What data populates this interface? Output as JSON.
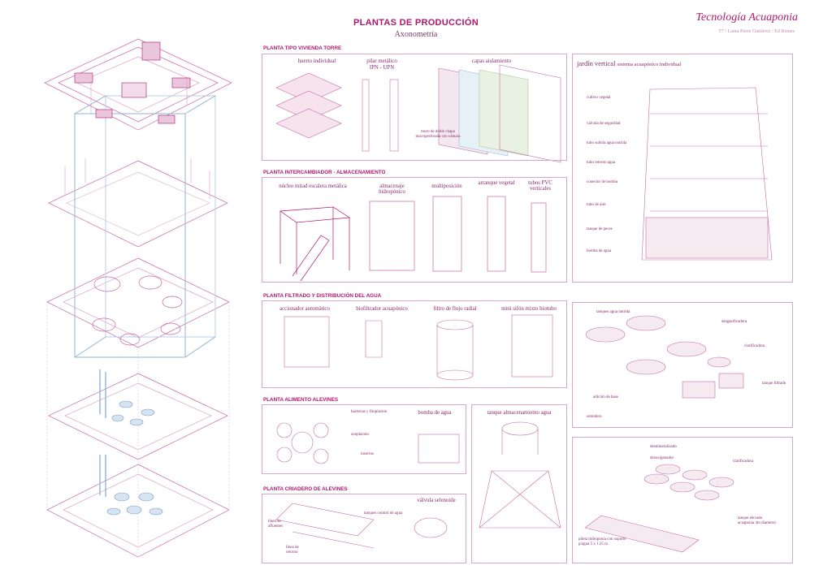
{
  "header": {
    "title": "PLANTAS DE PRODUCCIÓN",
    "subtitle": "Axonometría",
    "brand": "Tecnología Acuaponia",
    "authors": "T7 / Laura Pérez Gutiérrez / Ed Romes"
  },
  "colors": {
    "accent": "#b0176f",
    "line": "#c76aa8",
    "blue": "#8fb4d8",
    "panel": "#d9a7c6"
  },
  "sections": {
    "torre": {
      "title": "PLANTA TIPO VIVIENDA TORRE",
      "labels": [
        "huerto individual",
        "pilar metálico",
        "IPN - UPN",
        "capas aislamiento",
        "muro de doble chapa microperforada con cámara"
      ]
    },
    "jardin": {
      "title": "jardín vertical",
      "subtitle": "sistema acuapónico individual",
      "labels": [
        "cultivo vegetal",
        "válvula de seguridad",
        "tubo subida agua nutrida",
        "tubo retorno agua",
        "conector de bomba",
        "tubo de aire",
        "tanque de peces",
        "bomba de agua"
      ]
    },
    "intercambiador": {
      "title": "PLANTA INTERCAMBIADOR - ALMACENAMIENTO",
      "labels": [
        "núcleo mitad escalera metálica",
        "almacenaje hidropónico",
        "multiposición",
        "arranque vegetal",
        "tubos PVC verticales"
      ]
    },
    "filtrado": {
      "title": "PLANTA FILTRADO Y DISTRIBUCIÓN DEL AGUA",
      "labels": [
        "accionador automático",
        "biofiltrador acuapónico",
        "filtro de flujo radial",
        "mini sifón mixto biotubo"
      ]
    },
    "tanques": {
      "labels": [
        "tanques agua nutrida",
        "desgasificadora",
        "clarificadora",
        "tanque filtrado",
        "adición de base",
        "sumidero"
      ]
    },
    "alimento": {
      "title": "PLANTA ALIMENTO ALEVINES",
      "labels": [
        "bacterias y fitoplacton",
        "zooplacton",
        "insectos",
        "bomba de agua",
        "tanque almacenamiento agua"
      ]
    },
    "criadero": {
      "title": "PLANTA CRIADERO DE ALEVINES",
      "labels": [
        "línea de afluentes",
        "tanques control de agua",
        "línea de retorno",
        "válvula selenoide"
      ]
    },
    "desmineral": {
      "labels": [
        "desmineralizado",
        "desoxigenador",
        "clarificadora",
        "tanque elevado acuaponía 4m diametro",
        "pileta hidroponía con soporte p/agua 5 x 1.25 m"
      ]
    }
  }
}
